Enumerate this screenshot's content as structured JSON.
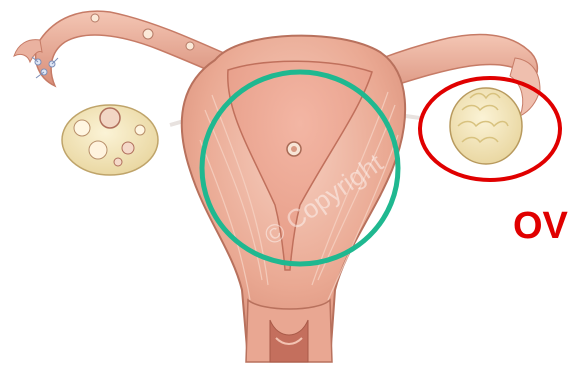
{
  "watermark": "© Copyright",
  "annotation_label": "OV",
  "colors": {
    "annotation_red": "#e00000",
    "highlight_green": "#1fb890",
    "tissue_pink": "#e9a792",
    "tissue_light": "#f2c2b0",
    "ovary_cream": "#f0e3b5"
  },
  "icons": [
    "uterus-illustration",
    "ovary-left",
    "ovary-right",
    "fallopian-tube-left",
    "fallopian-tube-right",
    "embryo-dot"
  ]
}
